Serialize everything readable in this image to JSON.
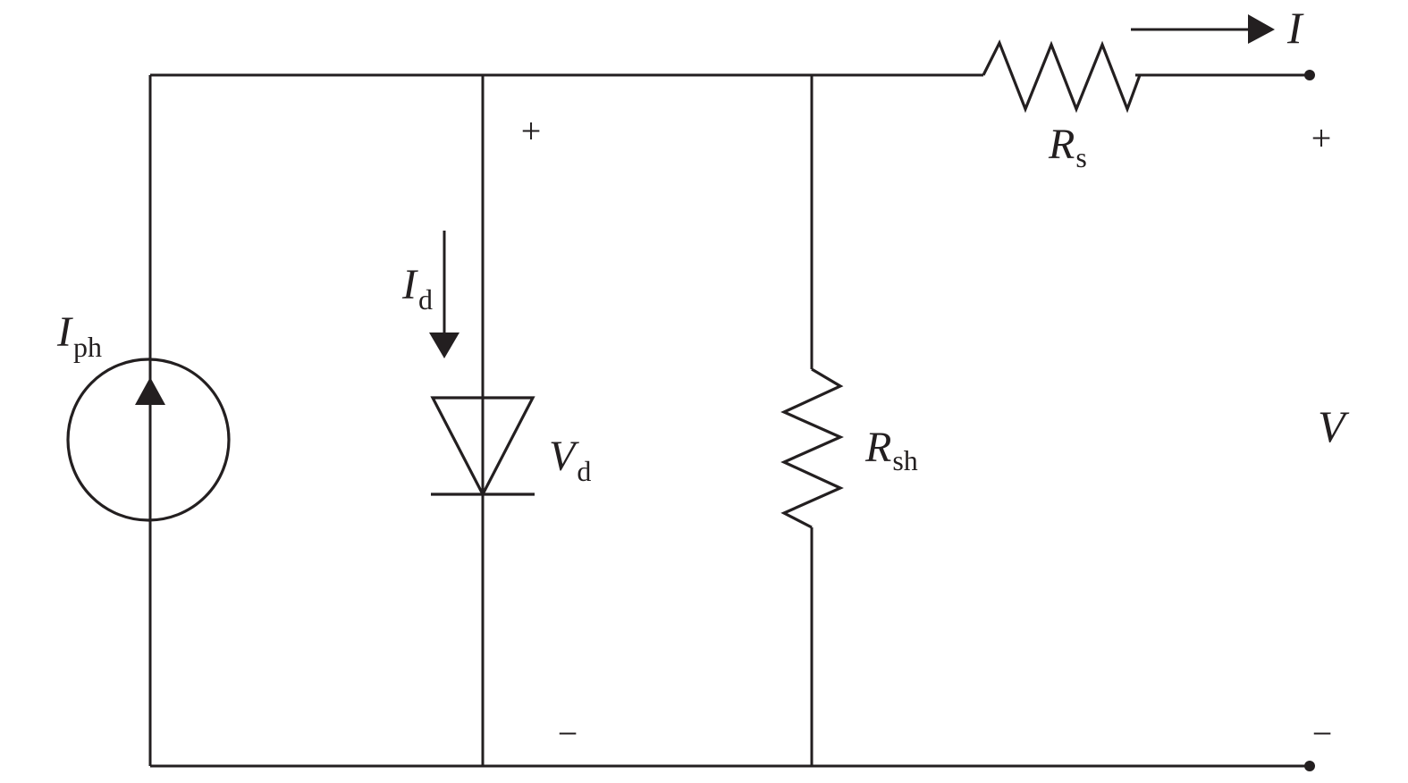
{
  "diagram": {
    "title": "Single-diode equivalent circuit of a photovoltaic cell",
    "colors": {
      "ink": "#231f20",
      "background": "#ffffff"
    },
    "components": {
      "current_source": {
        "symbol": "I",
        "subscript": "ph",
        "direction": "up"
      },
      "diode": {
        "current_symbol": "I",
        "current_subscript": "d",
        "voltage_symbol": "V",
        "voltage_subscript": "d",
        "current_direction": "down"
      },
      "shunt_resistor": {
        "symbol": "R",
        "subscript": "sh"
      },
      "series_resistor": {
        "symbol": "R",
        "subscript": "s"
      }
    },
    "output": {
      "current_symbol": "I",
      "voltage_symbol": "V",
      "current_direction": "right"
    },
    "polarity": {
      "diode_plus": "+",
      "diode_minus": "−",
      "terminal_plus": "+",
      "terminal_minus": "−"
    }
  }
}
